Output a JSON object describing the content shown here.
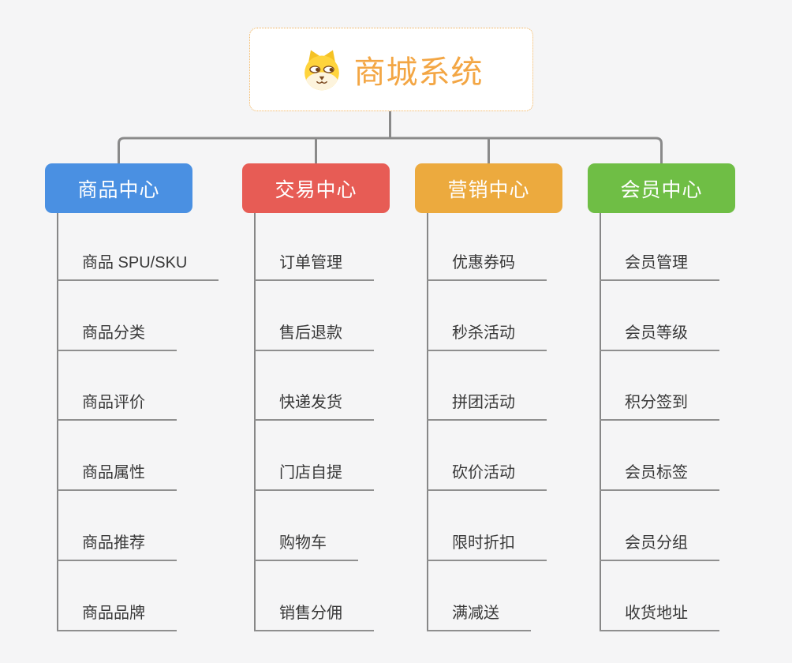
{
  "page": {
    "background_color": "#f5f5f6",
    "connector_color": "#8a8a8a",
    "underline_color": "#8f8f8f",
    "leaf_text_color": "#383838"
  },
  "root": {
    "title": "商城系统",
    "icon": "dog-face-icon",
    "text_color": "#f3a644",
    "border_color": "#f0b057",
    "background": "#ffffff"
  },
  "branches": [
    {
      "label": "商品中心",
      "color": "#4a90e2",
      "children": [
        "商品 SPU/SKU",
        "商品分类",
        "商品评价",
        "商品属性",
        "商品推荐",
        "商品品牌"
      ]
    },
    {
      "label": "交易中心",
      "color": "#e75c55",
      "children": [
        "订单管理",
        "售后退款",
        "快递发货",
        "门店自提",
        "购物车",
        "销售分佣"
      ]
    },
    {
      "label": "营销中心",
      "color": "#ecaa3e",
      "children": [
        "优惠券码",
        "秒杀活动",
        "拼团活动",
        "砍价活动",
        "限时折扣",
        "满减送"
      ]
    },
    {
      "label": "会员中心",
      "color": "#6fbe45",
      "children": [
        "会员管理",
        "会员等级",
        "积分签到",
        "会员标签",
        "会员分组",
        "收货地址"
      ]
    }
  ]
}
